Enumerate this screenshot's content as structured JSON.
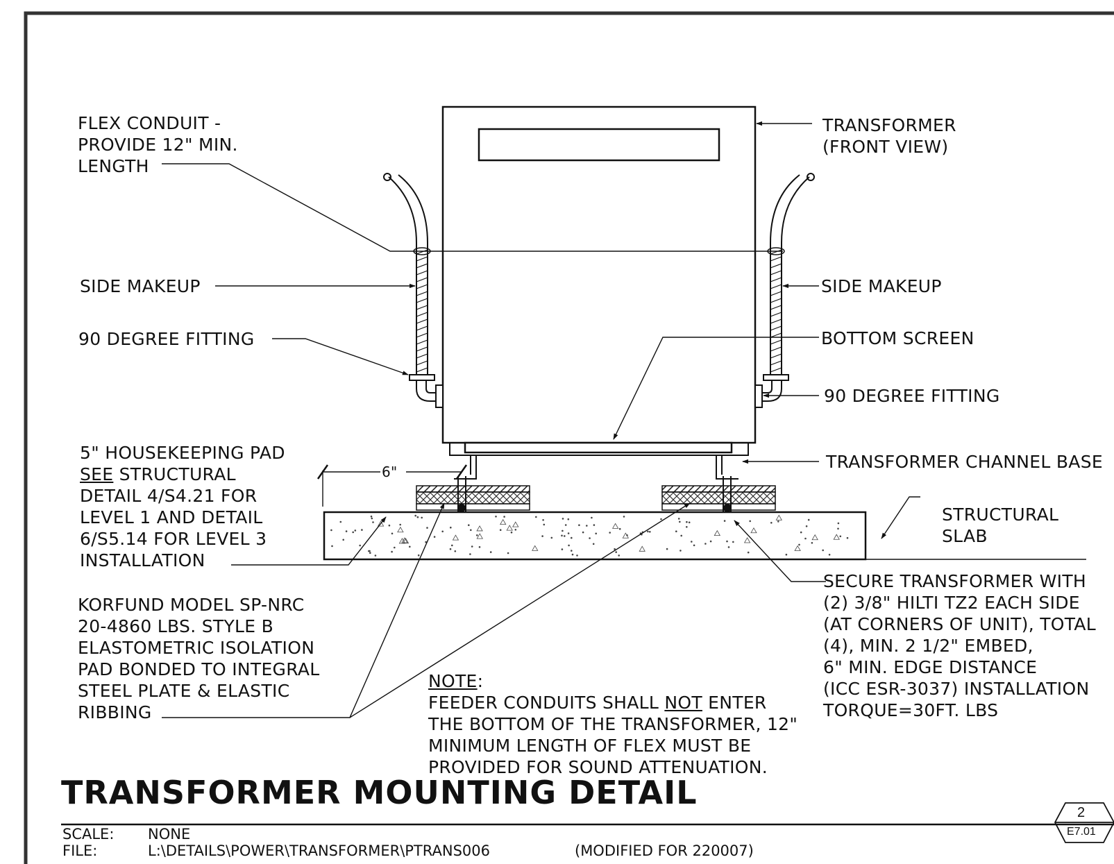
{
  "labels": {
    "flex_conduit": [
      "FLEX CONDUIT -",
      "PROVIDE 12\" MIN.",
      "LENGTH"
    ],
    "transformer": [
      "TRANSFORMER",
      "(FRONT VIEW)"
    ],
    "side_makeup_left": "SIDE MAKEUP",
    "side_makeup_right": "SIDE MAKEUP",
    "fitting_left": "90 DEGREE FITTING",
    "bottom_screen": "BOTTOM SCREEN",
    "fitting_right": "90 DEGREE FITTING",
    "housekeeping_pad": {
      "line1": "5\" HOUSEKEEPING PAD",
      "see": "SEE",
      "line2_rest": " STRUCTURAL",
      "line3": "DETAIL 4/S4.21 FOR",
      "line4": "LEVEL 1 AND DETAIL",
      "line5": "6/S5.14 FOR LEVEL 3",
      "line6": "INSTALLATION"
    },
    "channel_base": "TRANSFORMER CHANNEL BASE",
    "dimension": "6\"",
    "structural_slab": [
      "STRUCTURAL",
      "SLAB"
    ],
    "korfund": [
      "KORFUND MODEL SP-NRC",
      "20-4860 LBS. STYLE B",
      "ELASTOMETRIC ISOLATION",
      "PAD BONDED TO INTEGRAL",
      "STEEL PLATE & ELASTIC",
      "RIBBING"
    ],
    "secure": [
      "SECURE TRANSFORMER WITH",
      "(2) 3/8\" HILTI TZ2 EACH SIDE",
      "(AT CORNERS OF UNIT), TOTAL",
      "(4), MIN. 2 1/2\" EMBED,",
      "6\" MIN. EDGE DISTANCE",
      "(ICC ESR-3037) INSTALLATION",
      "TORQUE=30FT. LBS"
    ],
    "note": {
      "heading": "NOTE",
      "colon": ":",
      "l1a": "FEEDER CONDUITS SHALL ",
      "l1not": "NOT",
      "l1b": " ENTER",
      "l2": "THE BOTTOM OF THE TRANSFORMER, 12\"",
      "l3": "MINIMUM LENGTH OF FLEX MUST BE",
      "l4": "PROVIDED FOR SOUND ATTENUATION."
    }
  },
  "title": "TRANSFORMER MOUNTING DETAIL",
  "title_block": {
    "scale_label": "SCALE:",
    "scale_value": "NONE",
    "file_label": "FILE:",
    "file_value": "L:\\DETAILS\\POWER\\TRANSFORMER\\PTRANS006",
    "modified": "(MODIFIED FOR 220007)"
  },
  "sheet_ref": {
    "detail": "2",
    "sheet": "E7.01"
  }
}
